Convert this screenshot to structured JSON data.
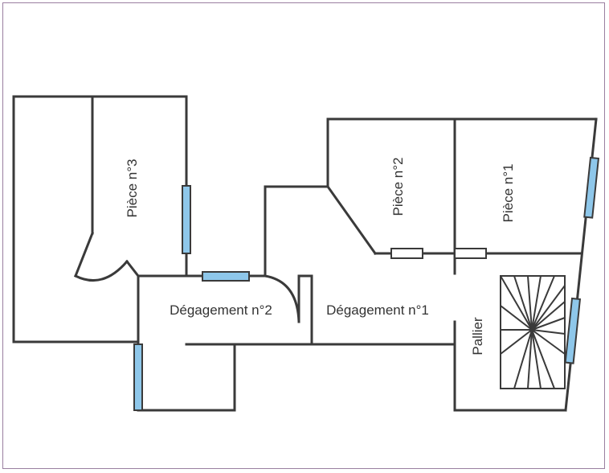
{
  "rooms": {
    "piece_3": "Pièce n°3",
    "piece_2": "Pièce n°2",
    "piece_1": "Pièce n°1",
    "degagement_2": "Dégagement n°2",
    "degagement_1": "Dégagement n°1",
    "pallier": "Pallier"
  },
  "colors": {
    "wall": "#3a3a3a",
    "window": "#8ec7ea",
    "frame": "#9a7fa0"
  }
}
